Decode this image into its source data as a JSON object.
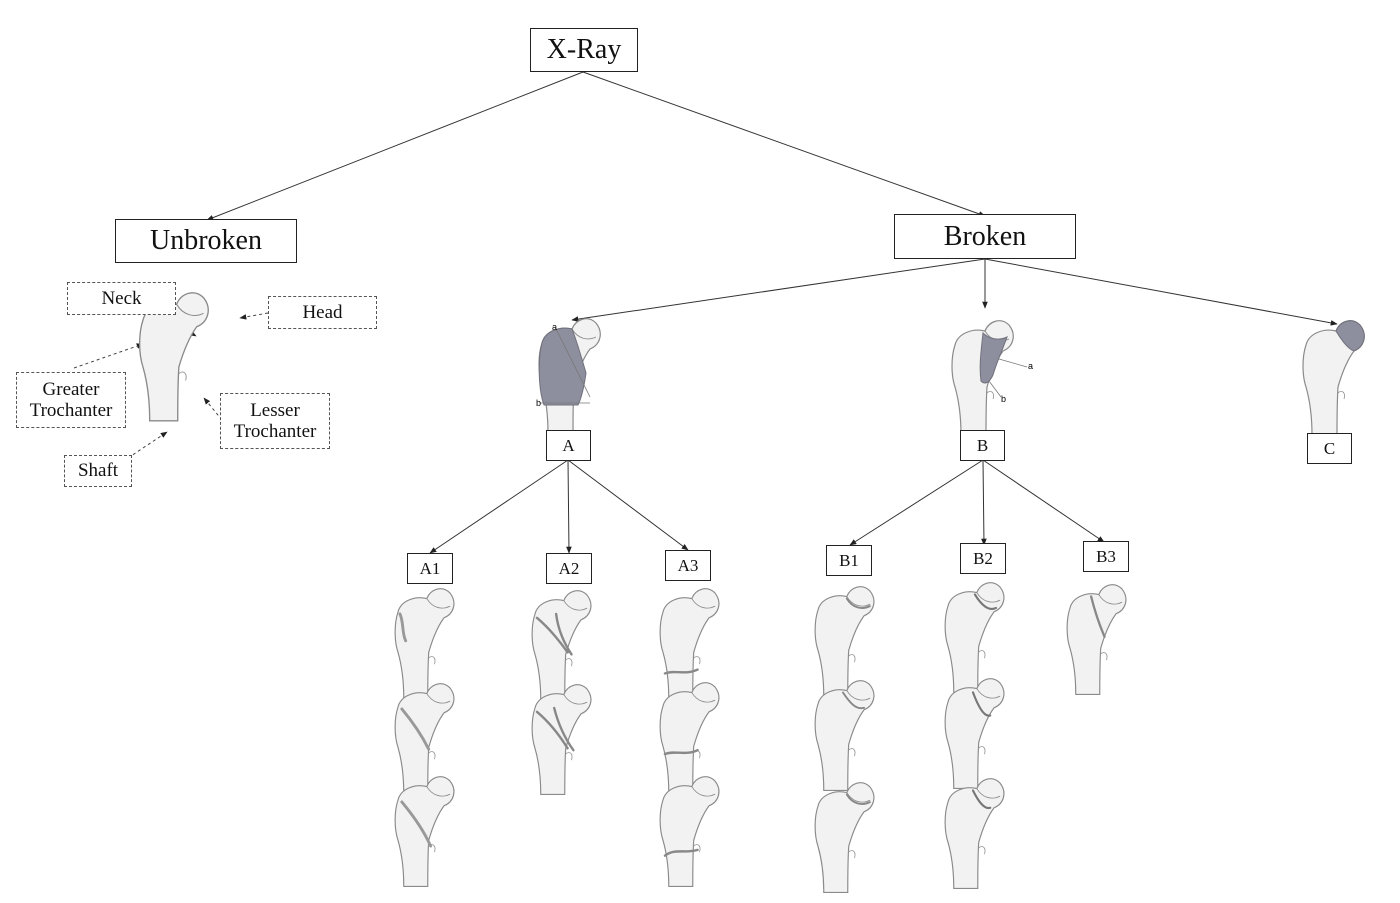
{
  "root": {
    "label": "X-Ray"
  },
  "branches": {
    "unbroken": "Unbroken",
    "broken": "Broken"
  },
  "anatomy": {
    "neck": "Neck",
    "head": "Head",
    "greater_trochanter": "Greater Trochanter",
    "lesser_trochanter": "Lesser Trochanter",
    "shaft": "Shaft"
  },
  "types": {
    "a": "A",
    "b": "B",
    "c": "C"
  },
  "subtypes": {
    "a1": "A1",
    "a2": "A2",
    "a3": "A3",
    "b1": "B1",
    "b2": "B2",
    "b3": "B3"
  },
  "fracture_lines": {
    "a": "a",
    "b": "b"
  },
  "colors": {
    "bone_fill": "#f2f2f2",
    "bone_stroke": "#8a8a8a",
    "fracture_highlight": "#8e8f9e",
    "line": "#333333"
  },
  "icons": {
    "femur": "femur-bone-icon"
  }
}
